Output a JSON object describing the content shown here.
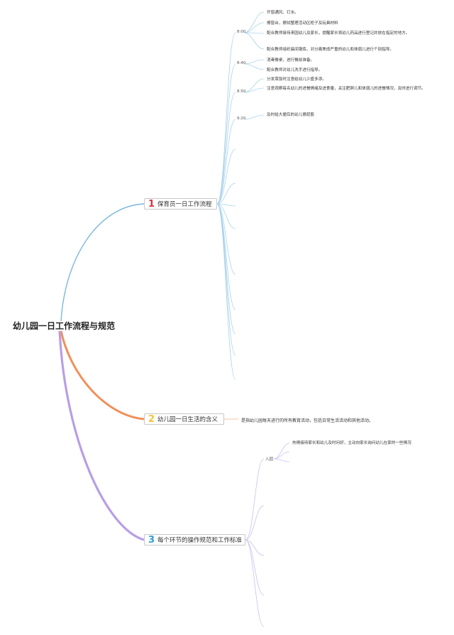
{
  "root": {
    "title": "幼儿园一日工作流程与规范"
  },
  "branches": [
    {
      "num": "1",
      "title": "保育员一日工作流程",
      "color": "#d9343b",
      "line_color": "#7ab8dc",
      "groups": [
        {
          "label": "8:00",
          "items": [
            "开窗通风、打水。",
            "擦窗台，擦拭整理活动区柜子及玩具材料",
            "配合教师接待来园幼儿及家长，提醒家长将幼儿药品进行登记并放在指定的地方。",
            "配合教师组织晨间锻炼，对分离焦虑严重的幼儿和体弱儿进行个别指导。"
          ]
        },
        {
          "label": "8:40",
          "items": [
            "消毒餐桌，进行餐前准备。",
            "配合教师对幼儿洗手进行指导。"
          ]
        },
        {
          "label": "8:50",
          "items": [
            "分发菜饭时注意给幼儿少盛多添。",
            "注意观察每名幼儿的进餐情绪及进食量，关注肥胖儿和体弱儿的进餐情况，及时进行调节。"
          ]
        },
        {
          "label": "9:20",
          "items": [
            "及时给大便后的幼儿擦屁股"
          ]
        }
      ]
    },
    {
      "num": "2",
      "title": "幼儿园一日生活的含义",
      "color": "#f2c531",
      "line_color": "#f0905a",
      "description": "是指幼儿园每天进行的所有教育活动，包括日常生活活动和其他活动。"
    },
    {
      "num": "3",
      "title": "每个环节的操作规范和工作标准",
      "color": "#2f9bd8",
      "line_color": "#b89ee6",
      "groups": [
        {
          "label": "入园",
          "items": [
            "热情接待家长和幼儿及时问好，主动向家长询问幼儿在家的一些情况"
          ]
        }
      ]
    }
  ]
}
